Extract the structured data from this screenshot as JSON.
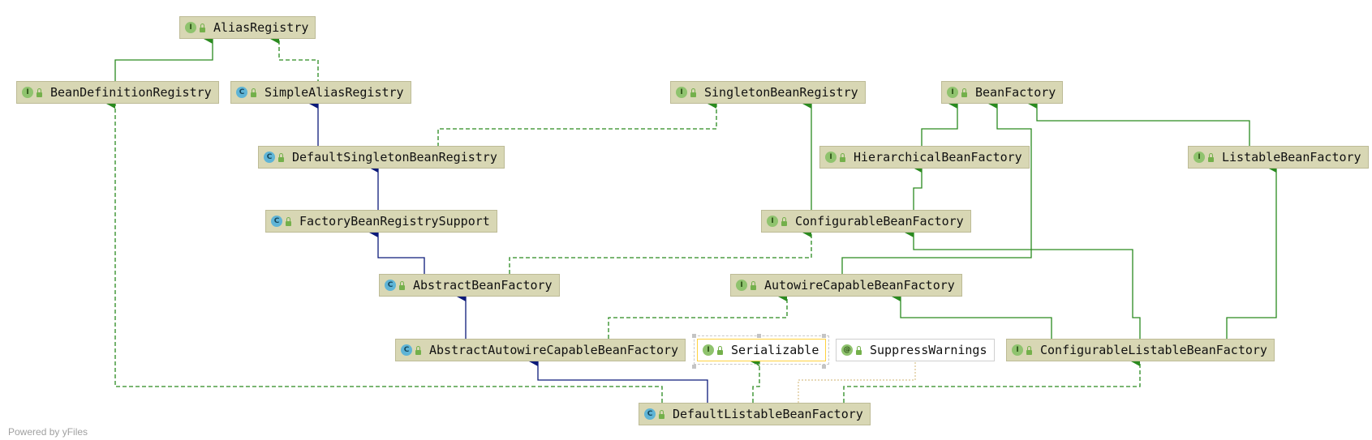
{
  "colors": {
    "realization": "#2a8a1f",
    "inheritance": "#0c1a7a",
    "annotation": "#d8c08a",
    "node_fill": "#d8d7b4",
    "node_border": "#bdbb96"
  },
  "nodes": [
    {
      "id": "n1",
      "badge": "I",
      "label": "AliasRegistry"
    },
    {
      "id": "n2",
      "badge": "I",
      "label": "BeanDefinitionRegistry"
    },
    {
      "id": "n3",
      "badge": "C",
      "label": "SimpleAliasRegistry"
    },
    {
      "id": "n4",
      "badge": "I",
      "label": "SingletonBeanRegistry"
    },
    {
      "id": "n5",
      "badge": "I",
      "label": "BeanFactory"
    },
    {
      "id": "n6",
      "badge": "C",
      "label": "DefaultSingletonBeanRegistry"
    },
    {
      "id": "n7",
      "badge": "I",
      "label": "HierarchicalBeanFactory"
    },
    {
      "id": "n8",
      "badge": "I",
      "label": "ListableBeanFactory"
    },
    {
      "id": "n9",
      "badge": "C",
      "label": "FactoryBeanRegistrySupport"
    },
    {
      "id": "n10",
      "badge": "I",
      "label": "ConfigurableBeanFactory"
    },
    {
      "id": "n11",
      "badge": "C",
      "label": "AbstractBeanFactory"
    },
    {
      "id": "n12",
      "badge": "I",
      "label": "AutowireCapableBeanFactory"
    },
    {
      "id": "n13",
      "badge": "C",
      "label": "AbstractAutowireCapableBeanFactory"
    },
    {
      "id": "n14",
      "badge": "I",
      "label": "Serializable"
    },
    {
      "id": "n15",
      "badge": "@",
      "label": "SuppressWarnings"
    },
    {
      "id": "n16",
      "badge": "I",
      "label": "ConfigurableListableBeanFactory"
    },
    {
      "id": "n17",
      "badge": "C",
      "label": "DefaultListableBeanFactory"
    }
  ],
  "watermark": "Powered by yFiles"
}
